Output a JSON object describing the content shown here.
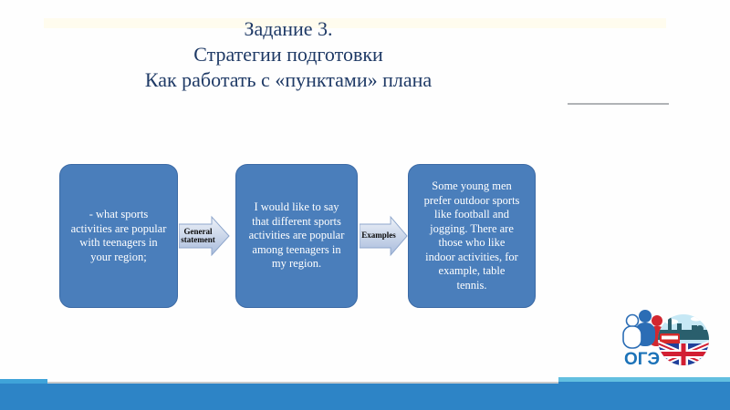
{
  "title": {
    "line1": "Задание 3.",
    "line2": "Стратегии подготовки",
    "line3": "Как работать с «пунктами» плана"
  },
  "diagram": {
    "boxes": [
      {
        "text": "- what sports\nactivities are popular\nwith teenagers in\nyour region;"
      },
      {
        "text": "I would like to say\nthat different sports\nactivities are popular\namong teenagers in\nmy region."
      },
      {
        "text": "Some young men\nprefer outdoor sports\nlike football and\njogging. There are\nthose who like\nindoor activities, for\nexample, table\ntennis."
      }
    ],
    "arrows": [
      {
        "label": "General\nstatement"
      },
      {
        "label": "Examples"
      }
    ]
  },
  "logo": {
    "caption": "ОГЭ",
    "icons": [
      "people-figures-icon",
      "london-union-jack-icon"
    ]
  },
  "colors": {
    "title_color": "#1f3a66",
    "box_fill": "#4a7ebb",
    "box_border": "#3c6aa5",
    "arrow_fill_top": "#eef2f8",
    "arrow_fill_bottom": "#a9bcdc",
    "arrow_border": "#8ea6cc",
    "divider_gray": "#b0b3b6",
    "bar_blue": "#2d84c6",
    "accent_left": "#3fa3d9",
    "accent_right": "#62bfe0",
    "hairline_gray": "#c7c9cb",
    "logo_blue": "#1b72b8",
    "logo_blue2": "#2b6db5",
    "logo_red": "#d22730",
    "flag_navy": "#20409a",
    "flag_red": "#d21f33",
    "sky_blue": "#c6e8f5",
    "skyline_teal": "#2a5f6d"
  }
}
